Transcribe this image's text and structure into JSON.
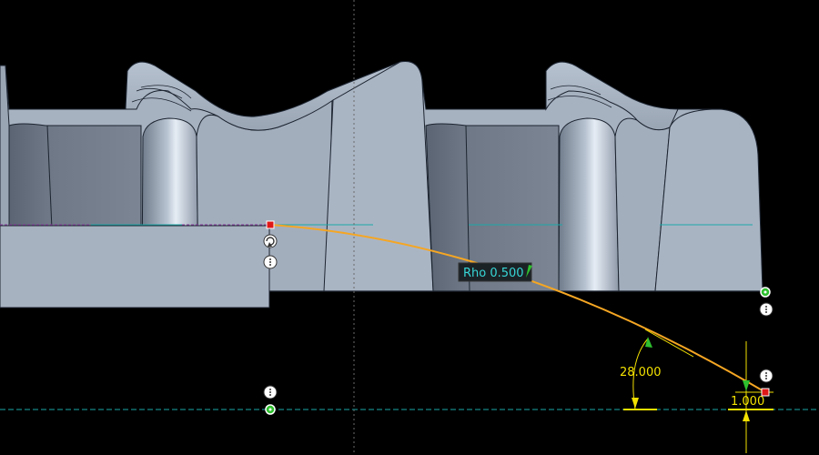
{
  "viewport": {
    "background": "#000000",
    "model_color": "#a6b1c0",
    "edge_color": "#1c2430",
    "curve_color": "#f5a623",
    "dimension_color": "#f2e000",
    "reference_line_color": "#1aa9a9",
    "endpoint_marker_color": "#e01818"
  },
  "dimensions": {
    "angle": {
      "value": "28.000"
    },
    "offset": {
      "value": "1.000"
    }
  },
  "rho_callout": {
    "label": "Rho 0.500"
  },
  "handles": {
    "start_point": "red-square-handle",
    "end_point": "red-square-handle",
    "rotate": "rotate-icon",
    "options_dot": "three-dots-icon",
    "anchor": "green-circle-handle"
  }
}
